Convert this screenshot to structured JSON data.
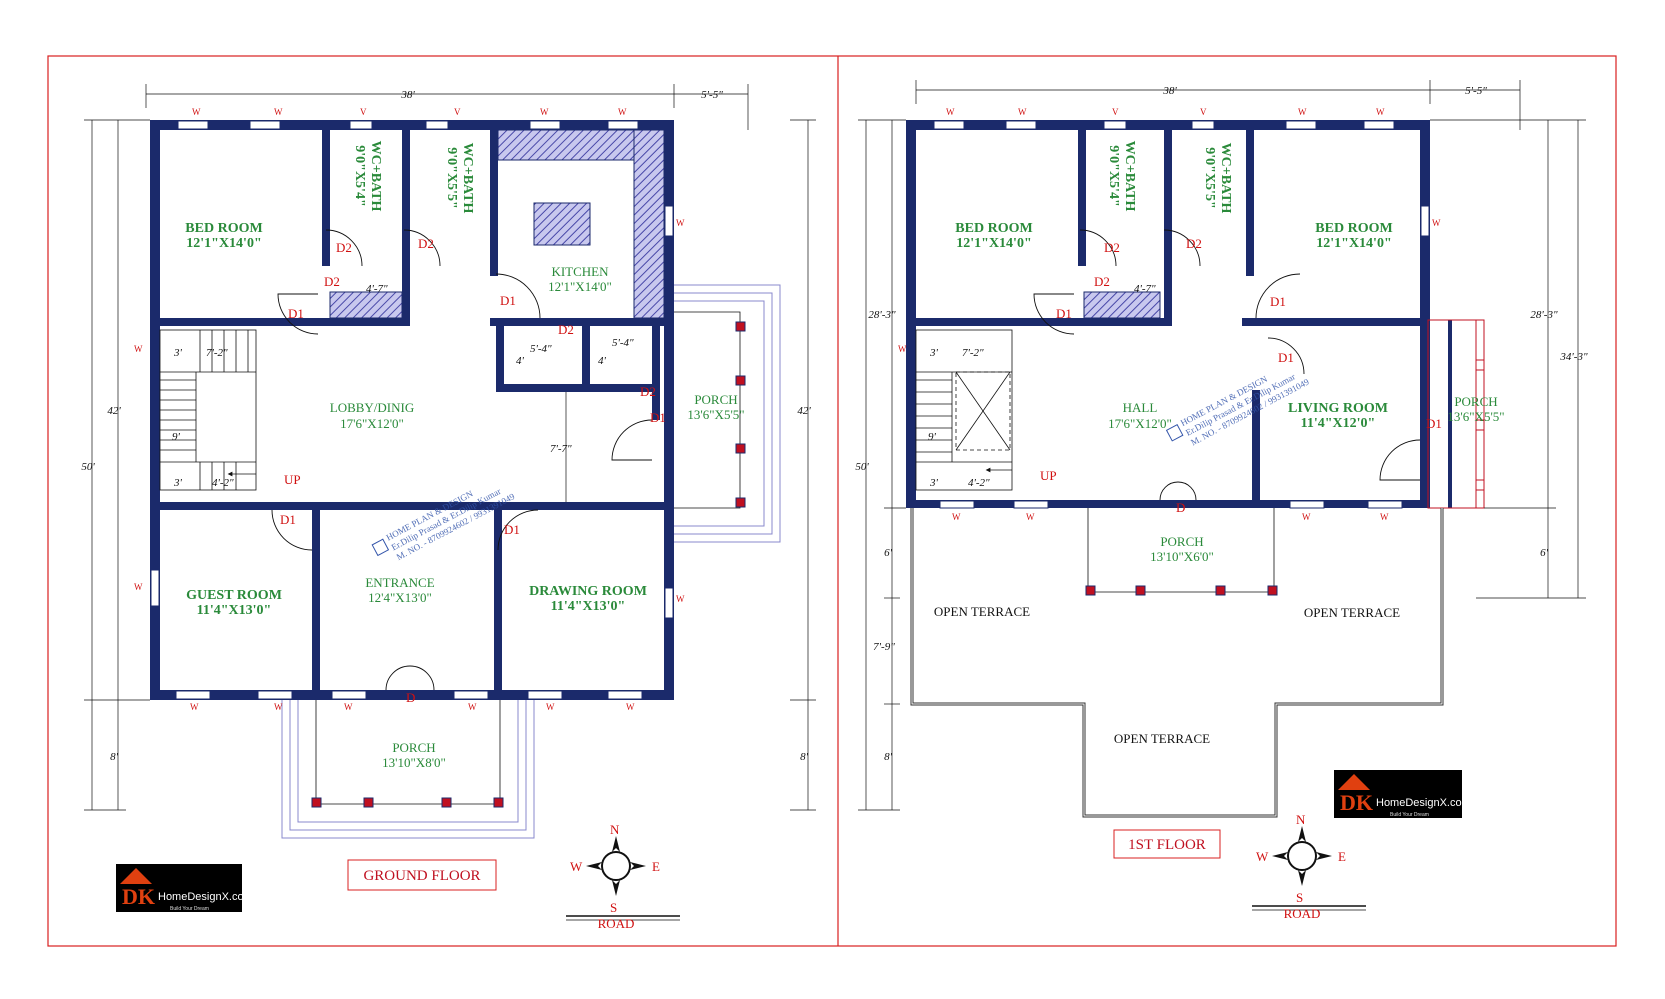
{
  "ground_floor": {
    "title": "GROUND FLOOR",
    "dims": {
      "top_main": "38'",
      "top_side": "5'-5\"",
      "left_outer": "50'",
      "left_inner": "42'",
      "left_bottom": "8'",
      "right_inner": "42'",
      "right_bottom": "8'",
      "stair_a": "3'",
      "stair_b": "7'-2\"",
      "stair_c": "9'",
      "stair_d": "3'",
      "stair_e": "4'-2\"",
      "kitchen_a": "5'-4\"",
      "kitchen_b": "5'-4\"",
      "kitchen_c": "4'",
      "kitchen_d": "4'",
      "lobby_h": "7'-7\"",
      "wc_w": "4'-7\""
    },
    "rooms": {
      "bed_name": "BED ROOM",
      "bed_size": "12'1\"X14'0\"",
      "wc1_name": "WC+BATH",
      "wc1_size": "9'0\"X5'4\"",
      "wc2_name": "WC+BATH",
      "wc2_size": "9'0\"X5'5\"",
      "kitchen_name": "KITCHEN",
      "kitchen_size": "12'1\"X14'0\"",
      "lobby_name": "LOBBY/DINIG",
      "lobby_size": "17'6\"X12'0\"",
      "porch_r_name": "PORCH",
      "porch_r_size": "13'6\"X5'5\"",
      "guest_name": "GUEST ROOM",
      "guest_size": "11'4\"X13'0\"",
      "entrance_name": "ENTRANCE",
      "entrance_size": "12'4\"X13'0\"",
      "drawing_name": "DRAWING ROOM",
      "drawing_size": "11'4\"X13'0\"",
      "porch_b_name": "PORCH",
      "porch_b_size": "13'10\"X8'0\""
    },
    "up_label": "UP"
  },
  "first_floor": {
    "title": "1ST FLOOR",
    "dims": {
      "top_main": "38'",
      "top_side": "5'-5\"",
      "left_outer": "50'",
      "left_inner": "28'-3\"",
      "left_6": "6'",
      "left_79": "7'-9\"",
      "left_8": "8'",
      "right_inner": "28'-3\"",
      "right_outer": "34'-3\"",
      "right_6": "6'",
      "stair_a": "3'",
      "stair_b": "7'-2\"",
      "stair_c": "9'",
      "stair_d": "3'",
      "stair_e": "4'-2\"",
      "wc_w": "4'-7\""
    },
    "rooms": {
      "bed1_name": "BED ROOM",
      "bed1_size": "12'1\"X14'0\"",
      "wc1_name": "WC+BATH",
      "wc1_size": "9'0\"X5'4\"",
      "wc2_name": "WC+BATH",
      "wc2_size": "9'0\"X5'5\"",
      "bed2_name": "BED ROOM",
      "bed2_size": "12'1\"X14'0\"",
      "hall_name": "HALL",
      "hall_size": "17'6\"X12'0\"",
      "living_name": "LIVING ROOM",
      "living_size": "11'4\"X12'0\"",
      "porch_r_name": "PORCH",
      "porch_r_size": "13'6\"X5'5\"",
      "porch_m_name": "PORCH",
      "porch_m_size": "13'10\"X6'0\"",
      "terrace_l": "OPEN TERRACE",
      "terrace_r": "OPEN TERRACE",
      "terrace_b": "OPEN TERRACE"
    },
    "up_label": "UP"
  },
  "labels": {
    "door_d1": "D1",
    "door_d2": "D2",
    "door_d": "D",
    "win_w": "W",
    "win_v": "V"
  },
  "compass": {
    "n": "N",
    "s": "S",
    "e": "E",
    "w": "W",
    "road": "ROAD"
  },
  "logo": {
    "mark": "DK",
    "text": "HomeDesignX.com",
    "tagline": "Build Your Dream"
  },
  "watermark": {
    "line1": "HOME PLAN & DESIGN",
    "line2": "Er.Dilip Prasad & Er.Dilip Kumar",
    "line3": "M. NO. - 8709924602 / 9931391049"
  },
  "colors": {
    "wall": "#1b2a6b",
    "frame": "#d82020",
    "room_label": "#2a8a3a",
    "door_label": "#d01010",
    "hatch": "#5a5ab0"
  }
}
